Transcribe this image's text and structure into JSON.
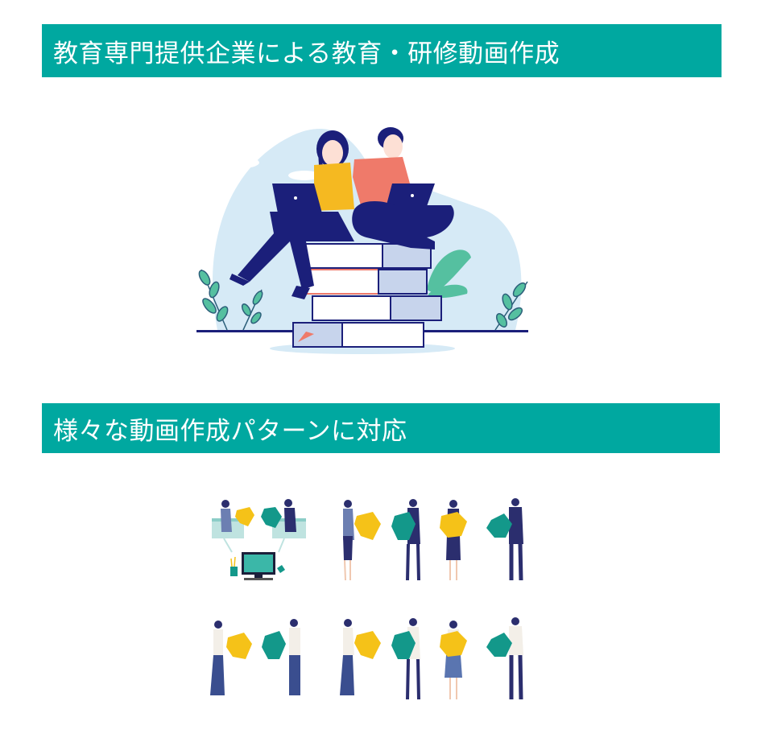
{
  "sections": [
    {
      "title": "教育専門提供企業による教育・研修動画作成",
      "illustration": "two-people-with-laptops-sitting-on-book-stack-illustration"
    },
    {
      "title": "様々な動画作成パターンに対応",
      "illustrations": [
        "online-meeting-puzzle-illustration",
        "four-people-puzzle-illustration",
        "two-people-puzzle-illustration",
        "four-people-puzzle-casual-illustration"
      ]
    }
  ],
  "colors": {
    "banner": "#00a8a0",
    "banner_text": "#ffffff",
    "navy": "#1b1f7a",
    "yellow": "#f5c218",
    "teal": "#13988a",
    "coral": "#ef7a6a",
    "sky": "#d6eaf6",
    "leaf": "#55c0a0"
  }
}
